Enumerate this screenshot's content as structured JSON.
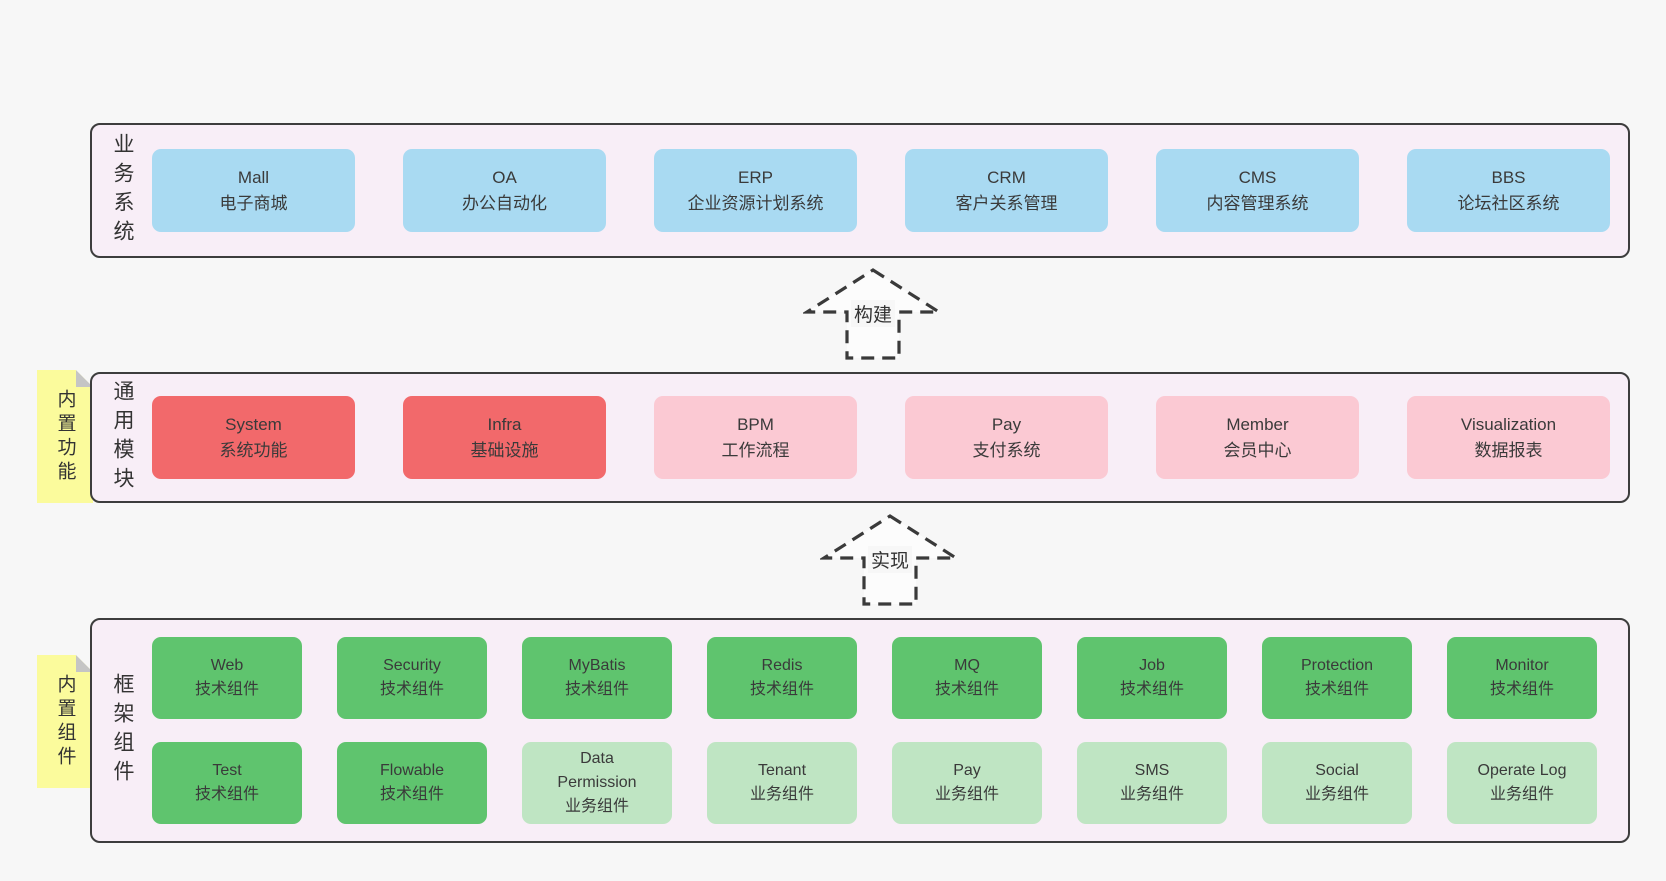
{
  "colors": {
    "page_bg": "#f7f7f7",
    "band_bg": "#f8eef7",
    "band_border": "#3d3d3d",
    "sticky_bg": "#fbfb9c",
    "arrow_stroke": "#3a3a3a",
    "text": "#3a3a3a",
    "blue": "#a9daf2",
    "red": "#f2696b",
    "pink": "#fbc9d3",
    "green": "#5fc46e",
    "lightgreen": "#bfe5c3"
  },
  "arrows": [
    {
      "label": "构建"
    },
    {
      "label": "实现"
    }
  ],
  "bands": [
    {
      "label": "业务系统",
      "sticky": null,
      "rows": [
        [
          {
            "line1": "Mall",
            "line2": "电子商城",
            "color": "blue"
          },
          {
            "line1": "OA",
            "line2": "办公自动化",
            "color": "blue"
          },
          {
            "line1": "ERP",
            "line2": "企业资源计划系统",
            "color": "blue"
          },
          {
            "line1": "CRM",
            "line2": "客户关系管理",
            "color": "blue"
          },
          {
            "line1": "CMS",
            "line2": "内容管理系统",
            "color": "blue"
          },
          {
            "line1": "BBS",
            "line2": "论坛社区系统",
            "color": "blue"
          }
        ]
      ]
    },
    {
      "label": "通用模块",
      "sticky": "内置功能",
      "rows": [
        [
          {
            "line1": "System",
            "line2": "系统功能",
            "color": "red"
          },
          {
            "line1": "Infra",
            "line2": "基础设施",
            "color": "red"
          },
          {
            "line1": "BPM",
            "line2": "工作流程",
            "color": "pink"
          },
          {
            "line1": "Pay",
            "line2": "支付系统",
            "color": "pink"
          },
          {
            "line1": "Member",
            "line2": "会员中心",
            "color": "pink"
          },
          {
            "line1": "Visualization",
            "line2": "数据报表",
            "color": "pink"
          }
        ]
      ]
    },
    {
      "label": "框架组件",
      "sticky": "内置组件",
      "rows": [
        [
          {
            "line1": "Web",
            "line2": "技术组件",
            "color": "green"
          },
          {
            "line1": "Security",
            "line2": "技术组件",
            "color": "green"
          },
          {
            "line1": "MyBatis",
            "line2": "技术组件",
            "color": "green"
          },
          {
            "line1": "Redis",
            "line2": "技术组件",
            "color": "green"
          },
          {
            "line1": "MQ",
            "line2": "技术组件",
            "color": "green"
          },
          {
            "line1": "Job",
            "line2": "技术组件",
            "color": "green"
          },
          {
            "line1": "Protection",
            "line2": "技术组件",
            "color": "green"
          },
          {
            "line1": "Monitor",
            "line2": "技术组件",
            "color": "green"
          }
        ],
        [
          {
            "line1": "Test",
            "line2": "技术组件",
            "color": "green"
          },
          {
            "line1": "Flowable",
            "line2": "技术组件",
            "color": "green"
          },
          {
            "line1": "Data Permission",
            "line2": "业务组件",
            "color": "lightgreen"
          },
          {
            "line1": "Tenant",
            "line2": "业务组件",
            "color": "lightgreen"
          },
          {
            "line1": "Pay",
            "line2": "业务组件",
            "color": "lightgreen"
          },
          {
            "line1": "SMS",
            "line2": "业务组件",
            "color": "lightgreen"
          },
          {
            "line1": "Social",
            "line2": "业务组件",
            "color": "lightgreen"
          },
          {
            "line1": "Operate Log",
            "line2": "业务组件",
            "color": "lightgreen"
          }
        ]
      ]
    }
  ]
}
